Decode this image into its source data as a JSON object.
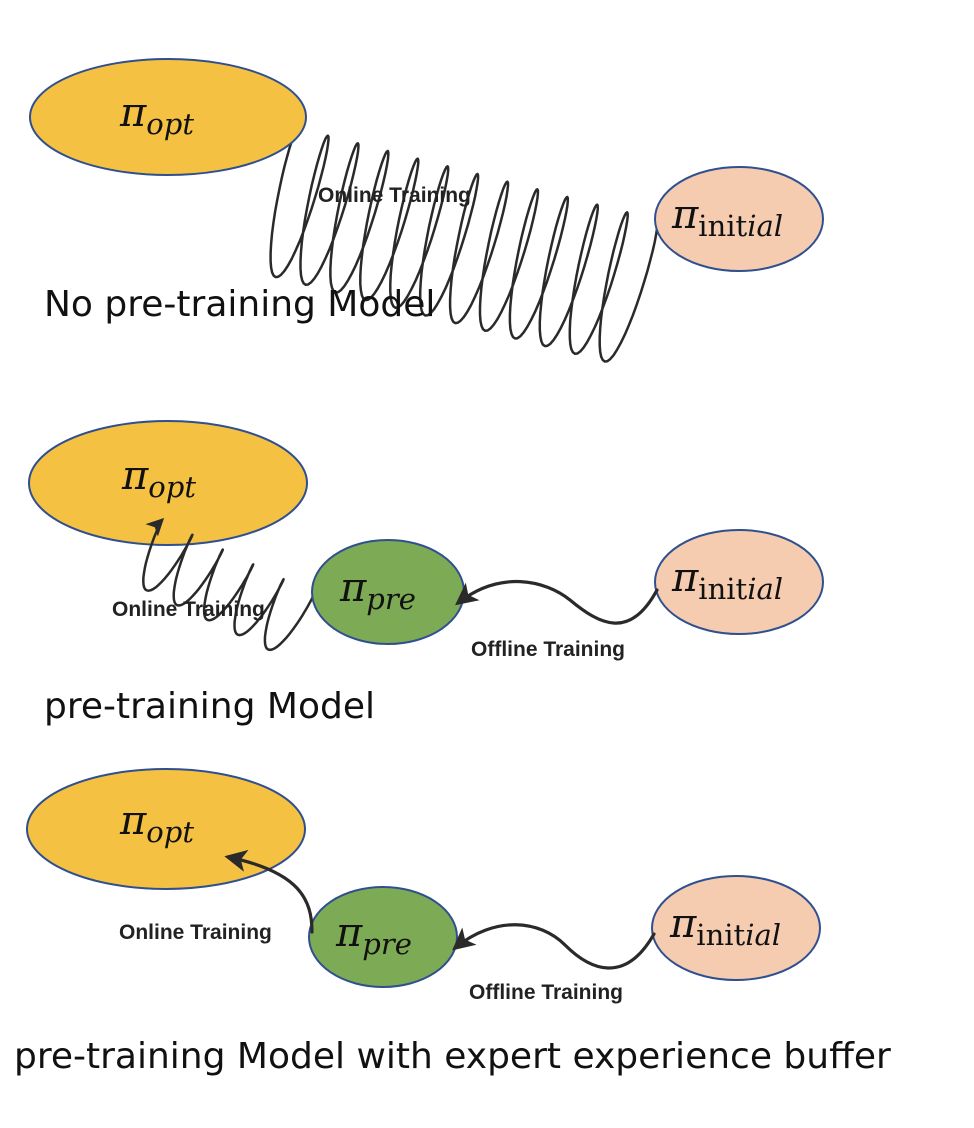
{
  "colors": {
    "opt_fill": "#F4C142",
    "pre_fill": "#7DAA55",
    "initial_fill": "#F5CCB0",
    "node_stroke": "#2F4F8F",
    "arrow": "#2A2A2A"
  },
  "panel1": {
    "opt": {
      "symbol": "π",
      "sub": "opt"
    },
    "initial": {
      "symbol": "π",
      "sub_a": "init",
      "sub_b": "ial"
    },
    "online_label": "Online Training",
    "caption": "No pre-training Model"
  },
  "panel2": {
    "opt": {
      "symbol": "π",
      "sub": "opt"
    },
    "pre": {
      "symbol": "π",
      "sub": "pre"
    },
    "initial": {
      "symbol": "π",
      "sub_a": "init",
      "sub_b": "ial"
    },
    "online_label": "Online Training",
    "offline_label": "Offline Training",
    "caption": "pre-training Model"
  },
  "panel3": {
    "opt": {
      "symbol": "π",
      "sub": "opt"
    },
    "pre": {
      "symbol": "π",
      "sub": "pre"
    },
    "initial": {
      "symbol": "π",
      "sub_a": "init",
      "sub_b": "ial"
    },
    "online_label": "Online Training",
    "offline_label": "Offline Training",
    "caption": "pre-training Model with expert experience buffer"
  }
}
